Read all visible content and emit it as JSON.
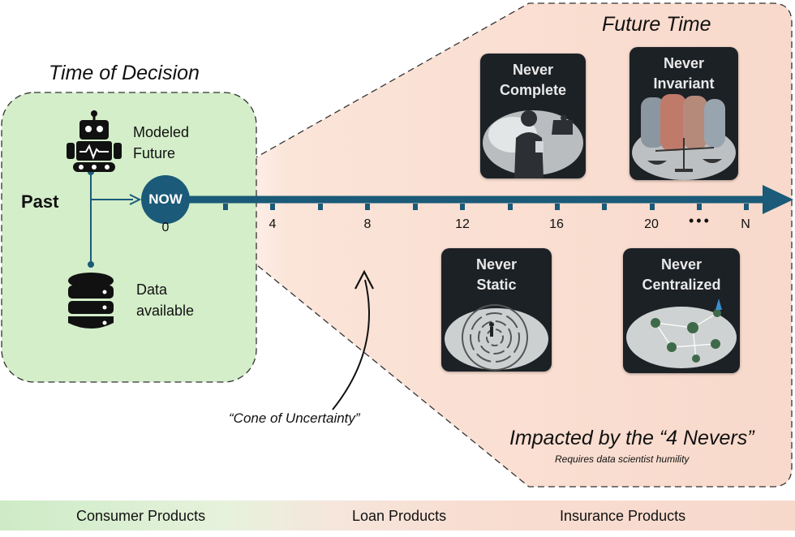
{
  "diagram": {
    "time_of_decision": "Time of Decision",
    "future_time": "Future Time",
    "past": "Past",
    "modeled_future": [
      "Modeled",
      "Future"
    ],
    "data_available": [
      "Data",
      "available"
    ],
    "now": "NOW",
    "timeline_ticks": [
      "0",
      "4",
      "8",
      "12",
      "16",
      "20",
      "N"
    ],
    "ellipsis": "•••",
    "cone_label": "“Cone of Uncertainty”",
    "impacted": "Impacted by the “4 Nevers”",
    "humility": "Requires data scientist humility",
    "nevers": [
      {
        "line1": "Never",
        "line2": "Complete"
      },
      {
        "line1": "Never",
        "line2": "Invariant"
      },
      {
        "line1": "Never",
        "line2": "Static"
      },
      {
        "line1": "Never",
        "line2": "Centralized"
      }
    ]
  },
  "products": [
    "Consumer Products",
    "Loan Products",
    "Insurance Products"
  ],
  "colors": {
    "timeline": "#1b5a78",
    "past_box": "#d3eec9",
    "cone": "#f9ddd0",
    "card": "#1c2126"
  }
}
